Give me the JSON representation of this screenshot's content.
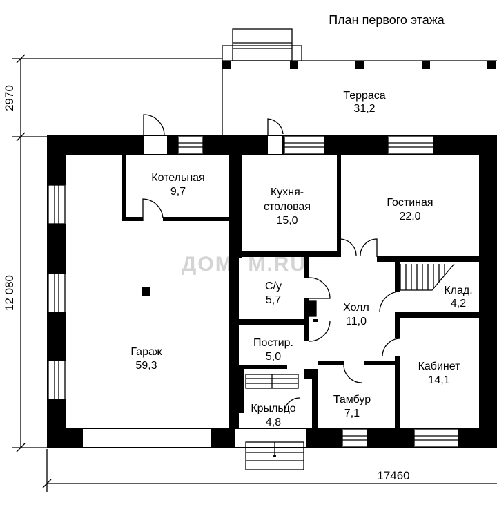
{
  "title": "План первого этажа",
  "watermark": "ДОМ  М.RU",
  "dimensions": {
    "terrace_depth": "2970",
    "house_depth": "12 080",
    "house_width": "17460"
  },
  "rooms": {
    "terrace": {
      "name": "Терраса",
      "area": "31,2"
    },
    "boiler": {
      "name": "Котельная",
      "area": "9,7"
    },
    "kitchen": {
      "name_1": "Кухня-",
      "name_2": "столовая",
      "area": "15,0"
    },
    "living": {
      "name": "Гостиная",
      "area": "22,0"
    },
    "garage": {
      "name": "Гараж",
      "area": "59,3"
    },
    "bathroom": {
      "name": "С/у",
      "area": "5,7"
    },
    "hall": {
      "name": "Холл",
      "area": "11,0"
    },
    "storage": {
      "name": "Клад.",
      "area": "4,2"
    },
    "laundry": {
      "name": "Постир.",
      "area": "5,0"
    },
    "study": {
      "name": "Кабинет",
      "area": "14,1"
    },
    "porch": {
      "name": "Крыльцо",
      "area": "4,8"
    },
    "vestibule": {
      "name": "Тамбур",
      "area": "7,1"
    }
  }
}
